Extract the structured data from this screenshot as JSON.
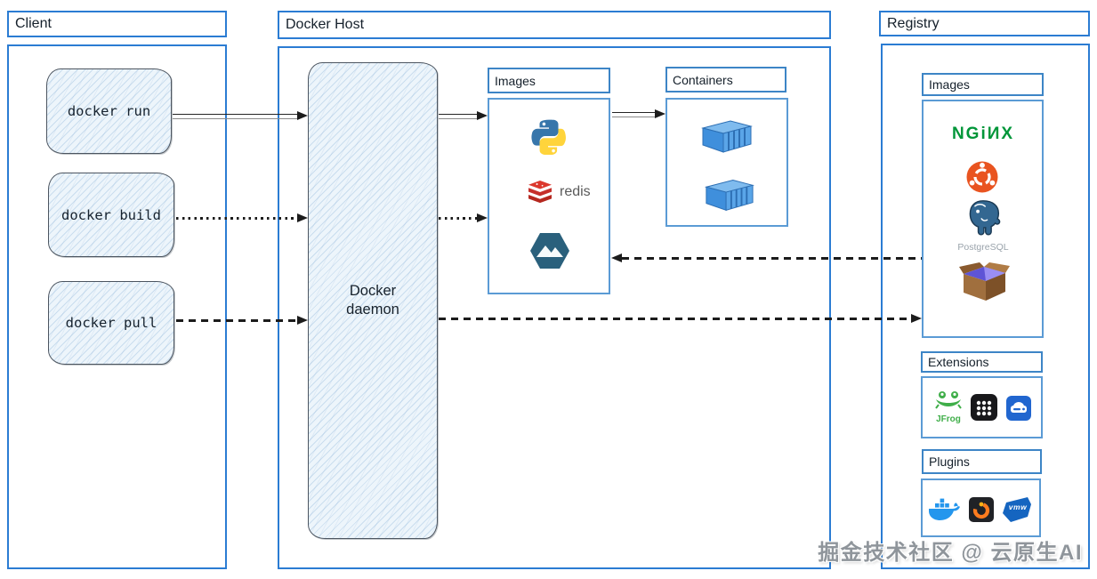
{
  "client": {
    "title": "Client",
    "commands": [
      {
        "label": "docker run"
      },
      {
        "label": "docker build"
      },
      {
        "label": "docker pull"
      }
    ]
  },
  "host": {
    "title": "Docker Host",
    "daemon_label": "Docker daemon",
    "images_title": "Images",
    "containers_title": "Containers",
    "image_items": [
      {
        "name": "python"
      },
      {
        "name": "redis",
        "label": "redis"
      },
      {
        "name": "alpine"
      }
    ],
    "container_count": 2
  },
  "registry": {
    "title": "Registry",
    "images_title": "Images",
    "extensions_title": "Extensions",
    "plugins_title": "Plugins",
    "image_items": [
      {
        "name": "nginx",
        "label": "NGiИX"
      },
      {
        "name": "ubuntu"
      },
      {
        "name": "postgresql",
        "label": "PostgreSQL"
      },
      {
        "name": "busybox"
      }
    ],
    "extension_items": [
      {
        "name": "jfrog",
        "label": "JFrog"
      },
      {
        "name": "apps-grid"
      },
      {
        "name": "disk-drive"
      }
    ],
    "plugin_items": [
      {
        "name": "docker-whale"
      },
      {
        "name": "grafana"
      },
      {
        "name": "vmware",
        "label": "vmw"
      }
    ]
  },
  "arrows": [
    {
      "from": "docker-run",
      "to": "docker-daemon",
      "style": "solid"
    },
    {
      "from": "docker-build",
      "to": "docker-daemon",
      "style": "dotted"
    },
    {
      "from": "docker-pull",
      "to": "docker-daemon",
      "style": "dashed"
    },
    {
      "from": "docker-daemon",
      "to": "host-images",
      "style": "solid"
    },
    {
      "from": "docker-daemon",
      "to": "host-images",
      "style": "dotted"
    },
    {
      "from": "host-images",
      "to": "containers",
      "style": "solid"
    },
    {
      "from": "registry-images",
      "to": "host-images",
      "style": "dashed"
    },
    {
      "from": "docker-daemon",
      "to": "registry-images",
      "style": "dashed"
    }
  ],
  "watermark": "掘金技术社区 @ 云原生AI",
  "colors": {
    "frame_blue": "#2b7cd3",
    "sub_blue": "#5b9bd5",
    "sketch_fill": "#edf5fb",
    "arrow_black": "#1c1c1c",
    "nginx_green": "#009639",
    "ubuntu_orange": "#e95420",
    "redis_red": "#d0342c",
    "python_blue": "#3776ab",
    "python_yellow": "#ffd43b",
    "postgres_blue": "#336791",
    "docker_blue": "#2496ed"
  }
}
